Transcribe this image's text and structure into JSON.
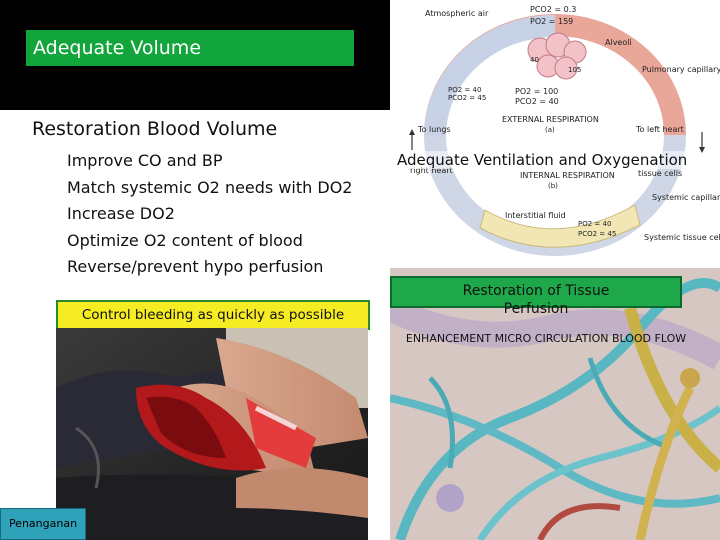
{
  "title": "Adequate Volume",
  "section_heading": "Restoration Blood Volume",
  "bullets": [
    "Improve CO and BP",
    "Match systemic O2  needs with DO2",
    "Increase DO2",
    "Optimize O2 content of blood",
    "Reverse/prevent  hypo perfusion"
  ],
  "control_bleeding": "Control bleeding as quickly as possible",
  "footer_label": "Penanganan",
  "ventilation_caption": "Adequate Ventilation and Oxygenation",
  "tissue": {
    "line1": "Restoration of Tissue",
    "line2": "Perfusion"
  },
  "enhancement": "ENHANCEMENT MICRO CIRCULATION BLOOD FLOW",
  "diagram": {
    "atmospheric_air": "Atmospheric air",
    "po2_air": "PO2 = 159",
    "pco2_air": "PCO2 = 0.3",
    "alveoli": "Alveoli",
    "alveolar_po2": "105",
    "alveolar_pco2": "40",
    "pulmonary_capillary": "Pulmonary capillary",
    "po2_100": "PO2 = 100",
    "pco2_40": "PCO2 = 40",
    "po2_40": "PO2 = 40",
    "pco2_45": "PCO2 = 45",
    "external_respiration": "EXTERNAL RESPIRATION",
    "external_tag": "(a)",
    "to_lungs": "To lungs",
    "to_left_heart": "To left heart",
    "from_right_heart": "right heart",
    "internal_respiration": "INTERNAL RESPIRATION",
    "internal_tag": "(b)",
    "to_tissue_cells": "tissue cells",
    "interstitial_fluid": "Interstitial fluid",
    "systemic_capillary": "Systemic capillary",
    "systemic_tissue_cells": "Systemic tissue cells",
    "tissue_po2": "PO2 = 40",
    "tissue_pco2": "PCO2 = 45"
  },
  "colors": {
    "title_band": "#000000",
    "title_box": "#12a53c",
    "highlight_yellow": "#f6ec24",
    "tissue_green": "#1fa84a",
    "footer_teal": "#2fa2b9",
    "oxygenated_arc": "#e9a79a",
    "deoxygenated_arc": "#cfd6e6",
    "interstitial_band": "#f1e6b4"
  }
}
